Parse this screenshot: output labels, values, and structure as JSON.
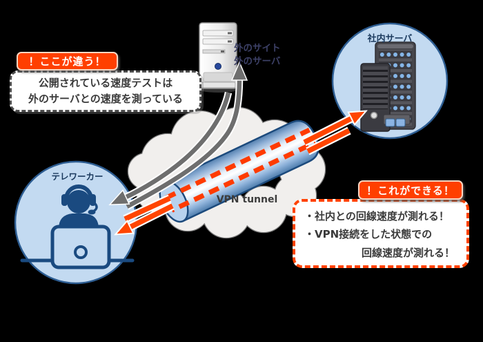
{
  "left_callout": {
    "badge": "！ここが違う！",
    "line1": "公開されている速度テストは",
    "line2": "外のサーバとの速度を測っている"
  },
  "right_callout": {
    "badge": "！これができる！",
    "line1": "・社内との回線速度が測れる！",
    "line2": "・VPN接続をした状態での",
    "line3": "回線速度が測れる！"
  },
  "labels": {
    "teleworker": "テレワーカー",
    "company_server": "社内サーバ",
    "vpn_tunnel": "VPN tunnel",
    "external_line1": "外のサイト",
    "external_line2": "外のサーバ"
  },
  "colors": {
    "background": "#000000",
    "badge_orange": "#ff3f00",
    "callout_dash_orange": "#ff4200",
    "arrow_orange": "#ff4500",
    "tunnel_dash_orange": "#ff3b00",
    "gray_arrow": "#6e6e6e",
    "circle_fill": "#c3daf1",
    "circle_border": "#2d5d92",
    "icon_navy": "#1a4a80",
    "cloud_fill": "#f1efed",
    "cloud_border": "#7a7a7a"
  }
}
